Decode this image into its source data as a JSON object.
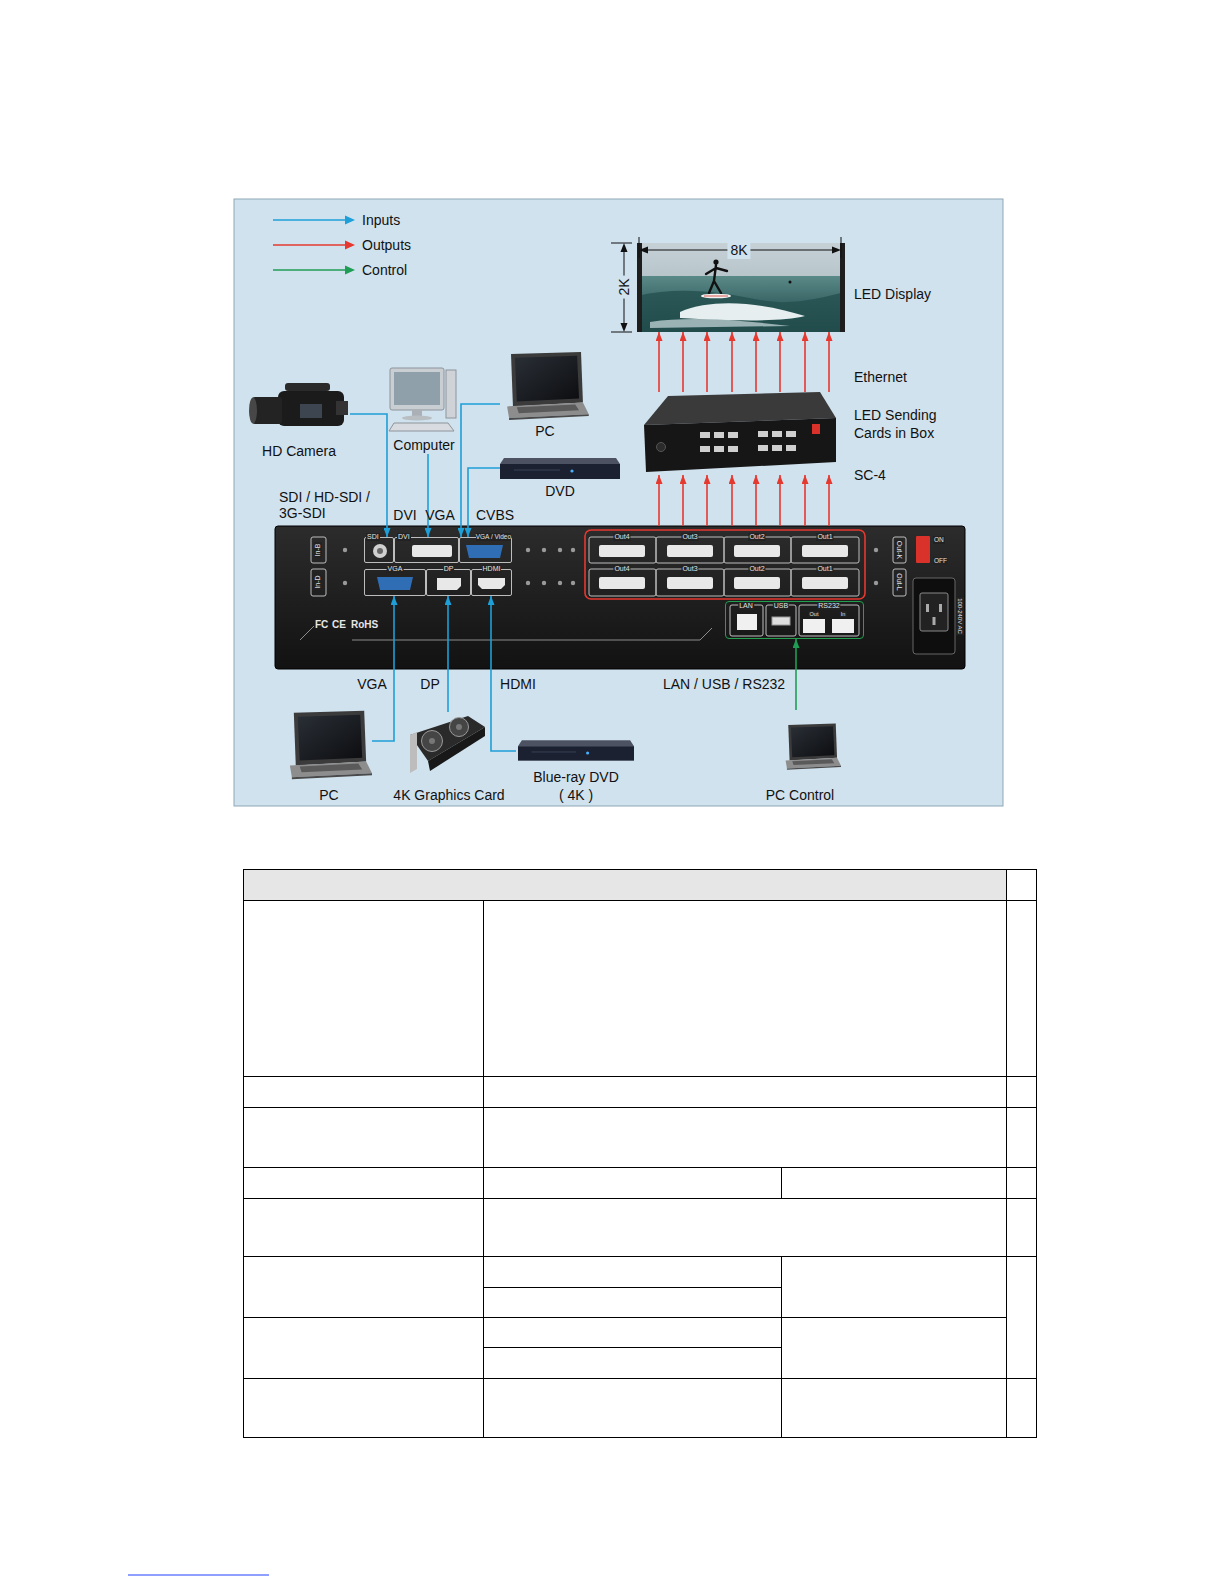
{
  "diagram": {
    "nodes": [
      {
        "text": [
          "LED Display"
        ]
      },
      {
        "text": [
          "PC"
        ]
      },
      {
        "text": [
          "Computer"
        ]
      },
      {
        "text": [
          "HD Camera"
        ]
      },
      {
        "text": [
          "LED Sending Cards in Box",
          "SC-4"
        ]
      },
      {
        "text": [
          "DVD"
        ]
      },
      {
        "text": [
          "FC",
          "CE",
          "RoHS"
        ]
      },
      {
        "text": [
          "SDI"
        ],
        "in": 6
      },
      {
        "text": [
          "DVI"
        ],
        "in": 6
      },
      {
        "text": [
          "VGA / Video"
        ],
        "in": 6
      },
      {
        "text": [
          "VGA"
        ],
        "in": 6
      },
      {
        "text": [
          "DP"
        ],
        "in": 6
      },
      {
        "text": [
          "HDMI"
        ],
        "in": 6
      },
      {
        "text": [
          "LAN",
          "USB",
          "RS232"
        ],
        "in": 6
      },
      {
        "text": [
          "PC"
        ]
      },
      {
        "text": [
          "4K Graphics Card"
        ]
      },
      {
        "text": [
          "Blue-ray DVD ( 4K )"
        ]
      },
      {
        "text": [
          "PC Control"
        ]
      }
    ],
    "edges": [
      {
        "from": 3,
        "to": 7,
        "arrow": "to",
        "label": "SDI / HD-SDI / 3G-SDI"
      },
      {
        "from": 2,
        "to": 8,
        "arrow": "to",
        "label": "DVI"
      },
      {
        "from": 1,
        "to": 9,
        "arrow": "to",
        "label": "VGA"
      },
      {
        "from": 5,
        "to": 9,
        "arrow": "to",
        "label": "CVBS"
      },
      {
        "from": 14,
        "to": 10,
        "arrow": "to",
        "label": "VGA"
      },
      {
        "from": 15,
        "to": 11,
        "arrow": "to",
        "label": "DP"
      },
      {
        "from": 16,
        "to": 12,
        "arrow": "to",
        "label": "HDMI"
      },
      {
        "from": 17,
        "to": 13,
        "arrow": "to",
        "label": "LAN / USB / RS232"
      },
      {
        "from": 6,
        "to": 4,
        "arrow": "to"
      },
      {
        "from": 6,
        "to": 4,
        "arrow": "to"
      },
      {
        "from": 6,
        "to": 4,
        "arrow": "to"
      },
      {
        "from": 6,
        "to": 4,
        "arrow": "to"
      },
      {
        "from": 6,
        "to": 4,
        "arrow": "to"
      },
      {
        "from": 6,
        "to": 4,
        "arrow": "to"
      },
      {
        "from": 6,
        "to": 4,
        "arrow": "to"
      },
      {
        "from": 6,
        "to": 4,
        "arrow": "to"
      },
      {
        "from": 4,
        "to": 0,
        "arrow": "to"
      },
      {
        "from": 4,
        "to": 0,
        "arrow": "to"
      },
      {
        "from": 4,
        "to": 0,
        "arrow": "to"
      },
      {
        "from": 4,
        "to": 0,
        "arrow": "to"
      },
      {
        "from": 4,
        "to": 0,
        "arrow": "to"
      },
      {
        "from": 4,
        "to": 0,
        "arrow": "to"
      },
      {
        "from": 4,
        "to": 0,
        "arrow": "to"
      },
      {
        "from": 4,
        "to": 0,
        "arrow": "to"
      }
    ],
    "labels": [
      "8K",
      "2K",
      "Ethernet",
      "In-B",
      "In-D",
      "Out4",
      "Out3",
      "Out2",
      "Out1",
      "Out4",
      "Out3",
      "Out2",
      "Out1",
      "Out-K",
      "Out-L",
      "Out",
      "In",
      "ON",
      "OFF",
      "100-240V AC"
    ],
    "legend": [
      {
        "text": "Inputs"
      },
      {
        "text": "Outputs"
      },
      {
        "text": "Control"
      }
    ]
  }
}
